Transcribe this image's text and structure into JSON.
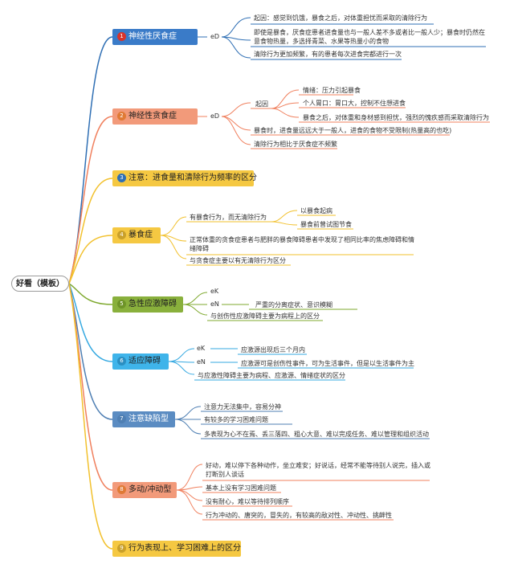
{
  "root": "好看（模板）",
  "branches": [
    {
      "num": "1",
      "label": "神经性厌食症",
      "conn": "eD",
      "items": [
        "起因：感觉到饥饿，暴食之后，对体重担忧而采取的清除行为",
        "即使是暴食，厌食症患者进食量也与一般人差不多或者比一般人少；暴食时仍然在意食物热量，多选择青菜、水果等热量小的食物",
        "清除行为更加频繁，有的患者每次进食完都进行一次"
      ]
    },
    {
      "num": "2",
      "label": "神经性贪食症",
      "conn": "eD",
      "cause_label": "起因",
      "cause_items": [
        "情绪：压力引起暴食",
        "个人胃口：胃口大，控制不住想进食",
        "暴食之后，对体重和身材感到担忧，强烈的愧疚感而采取清除行为"
      ],
      "items": [
        "暴食时，进食量远远大于一般人，进食的食物不受限制(热量高的也吃)",
        "清除行为相比于厌食症不频繁"
      ]
    },
    {
      "num": "3",
      "label": "注意：进食量和清除行为频率的区分"
    },
    {
      "num": "4",
      "label": "暴食症",
      "sub_label": "有暴食行为，而无清除行为",
      "sub_items": [
        "以暴食起病",
        "暴食前曾试图节食"
      ],
      "items": [
        "正常体重的贪食症患者与肥胖的暴食障碍患者中发现了相同比率的焦虑障碍和情绪障碍",
        "与贪食症主要以有无清除行为区分"
      ]
    },
    {
      "num": "5",
      "label": "急性应激障碍",
      "conn1": "eK",
      "conn2": "eN",
      "items": [
        "严重的分离症状、意识模糊",
        "与创伤性应激障碍主要为病程上的区分"
      ]
    },
    {
      "num": "6",
      "label": "适应障碍",
      "conn1": "eK",
      "conn2": "eN",
      "items": [
        "应激源出现后三个月内",
        "应激源可是创伤性事件，可为生活事件，但是以生活事件为主",
        "与应激性障碍主要为病程、应激源、情绪症状的区分"
      ]
    },
    {
      "num": "7",
      "label": "注意缺陷型",
      "items": [
        "注意力无法集中，容易分神",
        "有较多的学习困难问题",
        "多表现为心不在焉、丢三落四、粗心大意、难以完成任务、难以管理和组织活动"
      ]
    },
    {
      "num": "8",
      "label": "多动/冲动型",
      "items": [
        "好动，难以停下各种动作，坐立难安；好说话，经常不能等待别人说完，插入或打断别人谈话",
        "基本上没有学习困难问题",
        "没有耐心，难以等待排列顺序",
        "行为冲动的、唐突的，冒失的，有较高的敌对性、冲动性、挑衅性"
      ]
    },
    {
      "num": "9",
      "label": "行为表现上、学习困难上的区分"
    }
  ],
  "colors": {
    "blue": "#2f6fb4",
    "blue_fill": "#3a7bc8",
    "salmon": "#f0805e",
    "salmon_fill": "#f29a7a",
    "yellow": "#f2c12e",
    "yellow_fill": "#f5c842",
    "green": "#7fa92f",
    "green_fill": "#89b03c",
    "cyan": "#36a9e1",
    "cyan_fill": "#3fb4ea",
    "slate": "#4f7fb3",
    "slate_fill": "#5b8cc2",
    "red_num": "#d9342b",
    "orange_num": "#e07a35"
  }
}
